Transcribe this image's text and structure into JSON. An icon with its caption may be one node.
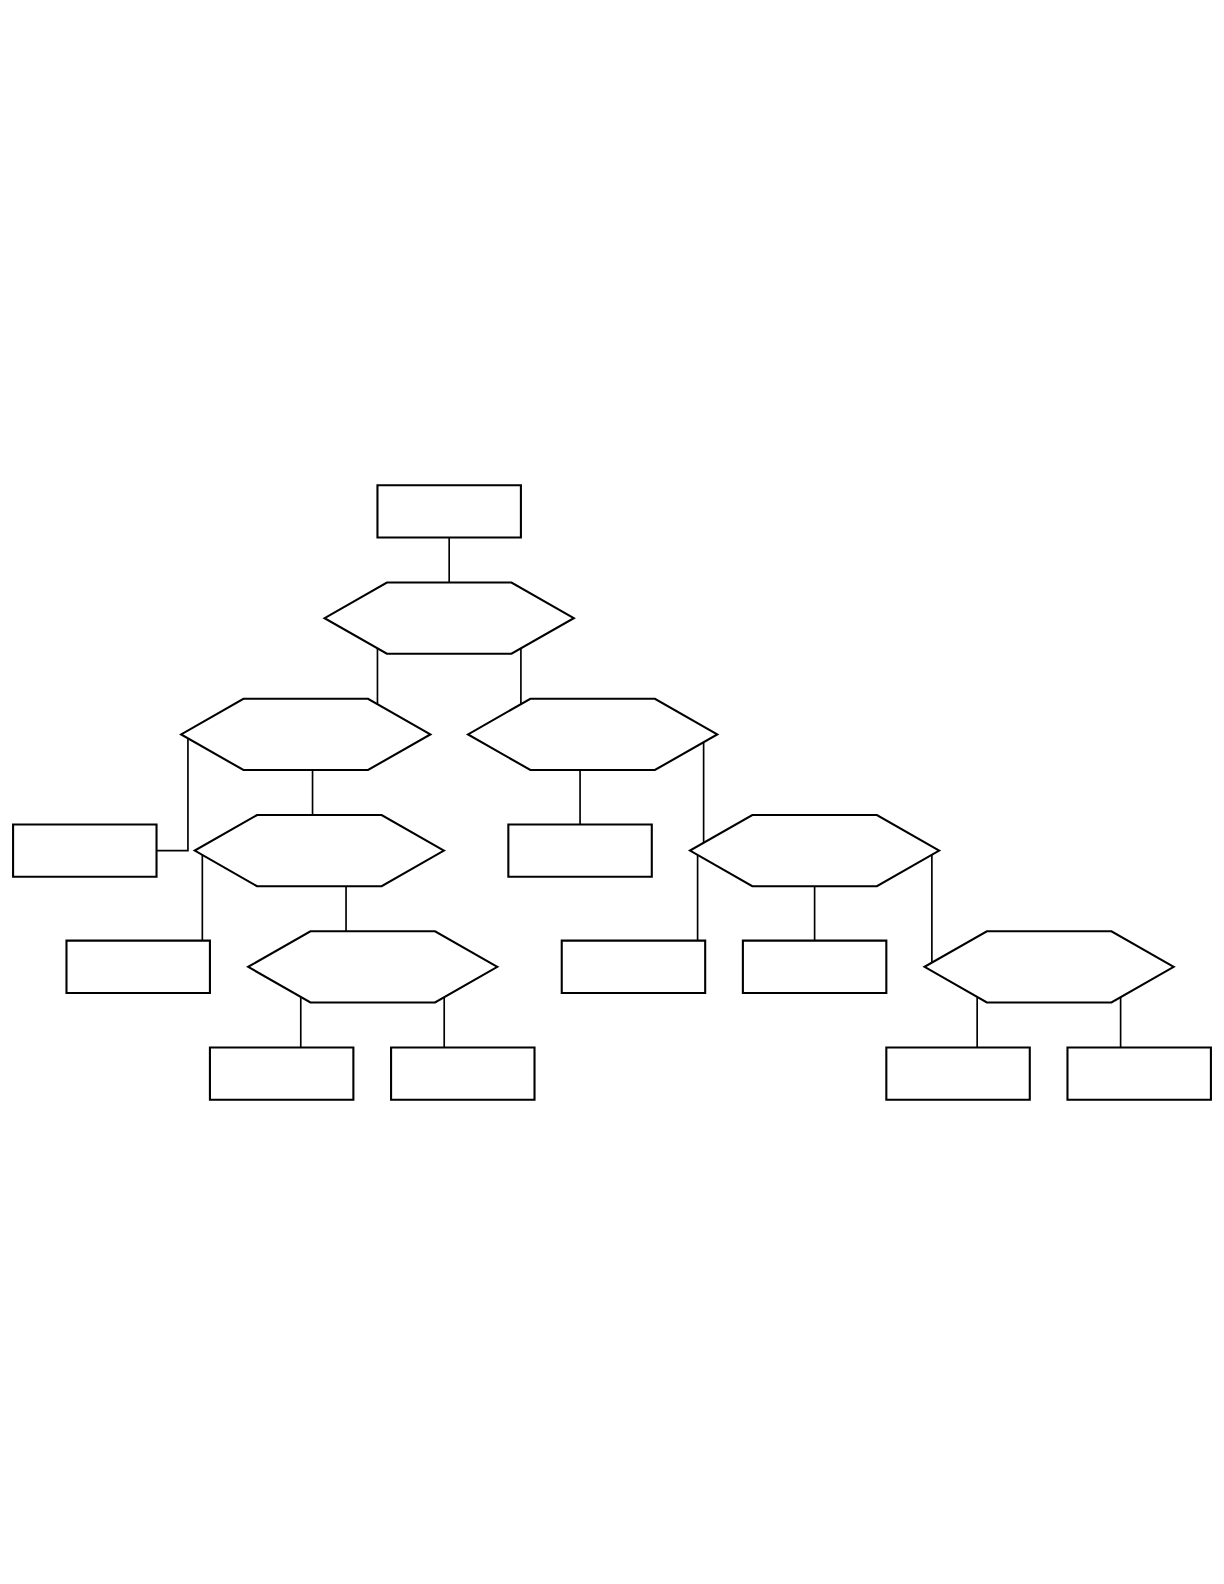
{
  "diagram": {
    "nodes": [
      {
        "text": [],
        "shape": "box"
      },
      {
        "text": [],
        "shape": "hexagon"
      },
      {
        "text": [],
        "shape": "hexagon"
      },
      {
        "text": [],
        "shape": "hexagon"
      },
      {
        "text": [],
        "shape": "box"
      },
      {
        "text": [],
        "shape": "box"
      },
      {
        "text": [],
        "shape": "hexagon"
      },
      {
        "text": [],
        "shape": "hexagon"
      },
      {
        "text": [],
        "shape": "box"
      },
      {
        "text": [],
        "shape": "box"
      },
      {
        "text": [],
        "shape": "box"
      },
      {
        "text": [],
        "shape": "hexagon"
      },
      {
        "text": [],
        "shape": "hexagon"
      },
      {
        "text": [],
        "shape": "box"
      },
      {
        "text": [],
        "shape": "box"
      },
      {
        "text": [],
        "shape": "box"
      },
      {
        "text": [],
        "shape": "box"
      }
    ],
    "edges": [
      {
        "from": 0,
        "to": 1,
        "arrow": "none"
      },
      {
        "from": 1,
        "to": 2,
        "arrow": "none"
      },
      {
        "from": 1,
        "to": 3,
        "arrow": "none"
      },
      {
        "from": 2,
        "to": 4,
        "arrow": "none"
      },
      {
        "from": 2,
        "to": 6,
        "arrow": "none"
      },
      {
        "from": 3,
        "to": 7,
        "arrow": "none"
      },
      {
        "from": 3,
        "to": 5,
        "arrow": "none"
      },
      {
        "from": 6,
        "to": 8,
        "arrow": "none"
      },
      {
        "from": 6,
        "to": 11,
        "arrow": "none"
      },
      {
        "from": 7,
        "to": 9,
        "arrow": "none"
      },
      {
        "from": 7,
        "to": 10,
        "arrow": "none"
      },
      {
        "from": 7,
        "to": 12,
        "arrow": "none"
      },
      {
        "from": 11,
        "to": 13,
        "arrow": "none"
      },
      {
        "from": 11,
        "to": 14,
        "arrow": "none"
      },
      {
        "from": 12,
        "to": 15,
        "arrow": "none"
      },
      {
        "from": 12,
        "to": 16,
        "arrow": "none"
      }
    ]
  }
}
